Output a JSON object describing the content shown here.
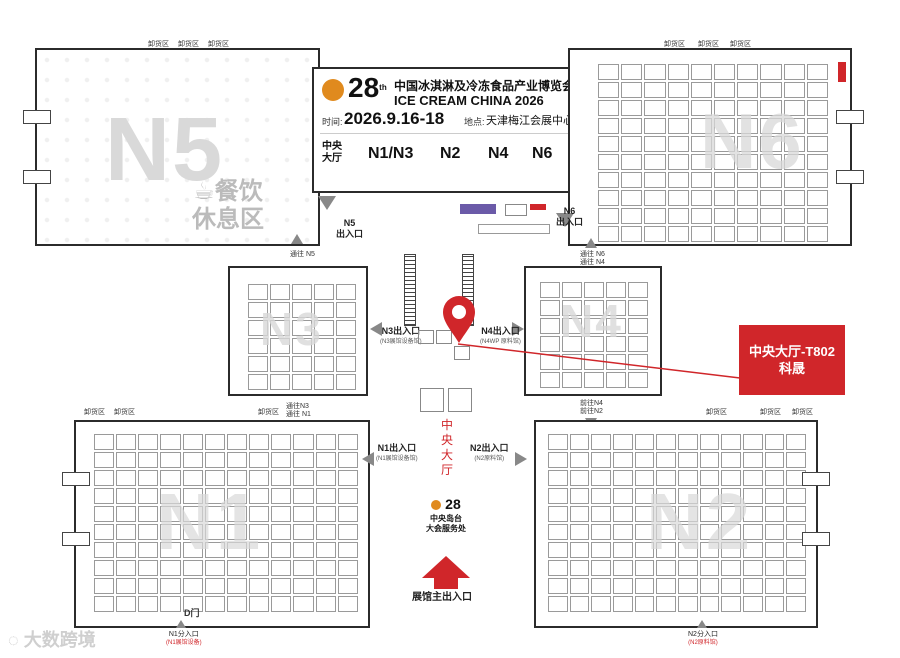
{
  "poster": {
    "edition": "28",
    "edition_suffix": "th",
    "title_cn": "中国冰淇淋及冷冻食品产业博览会",
    "title_en": "ICE CREAM CHINA 2026",
    "time_label": "时间:",
    "time_value": "2026.9.16-18",
    "venue_label": "地点:",
    "venue_value": "天津梅江会展中心",
    "hall_center": "中央大厅",
    "halls": [
      "N1/N3",
      "N2",
      "N4",
      "N6"
    ]
  },
  "halls": {
    "n1": "N1",
    "n2": "N2",
    "n3": "N3",
    "n4": "N4",
    "n5": "N5",
    "n6": "N6"
  },
  "n5_area": {
    "rest_label_line1": "餐饮",
    "rest_label_line2": "休息区"
  },
  "entrances": {
    "n5": "N5\n出入口",
    "n6": "N6\n出入口",
    "n3": "N3出入口",
    "n3_sub": "(N3展馆设备馆)",
    "n4": "N4出入口",
    "n4_sub": "(N4WP 原料馆)",
    "n1": "N1出入口",
    "n1_sub": "(N1展馆设备馆)",
    "n2": "N2出入口",
    "n2_sub": "(N2原料馆)",
    "main": "展馆主出入口",
    "n1_sub_entry": "N1分入口",
    "n1_sub_entry_note": "(N1展馆设备)",
    "n2_sub_entry": "N2分入口",
    "n2_sub_entry_note": "(N2原料馆)"
  },
  "passages": {
    "to_n5": "通往 N5",
    "to_n6": "通往 N6\n通往 N4",
    "to_n3_n1": "通往N3\n通往 N1",
    "to_n4_n2": "前往N4\n前往N2"
  },
  "central_hall": {
    "label": "中央大厅",
    "service_line1": "中央岛台",
    "service_line2": "大会服务处",
    "service_badge": "28"
  },
  "callout": {
    "line1": "中央大厅-T802",
    "line2": "科晟",
    "color": "#d0262a"
  },
  "unload_label": "卸货区",
  "door_label": "D门",
  "watermark": "大数跨境",
  "colors": {
    "accent_red": "#d0262a",
    "hall_letter": "#d9d9d9",
    "poster_n3": "#111111"
  }
}
